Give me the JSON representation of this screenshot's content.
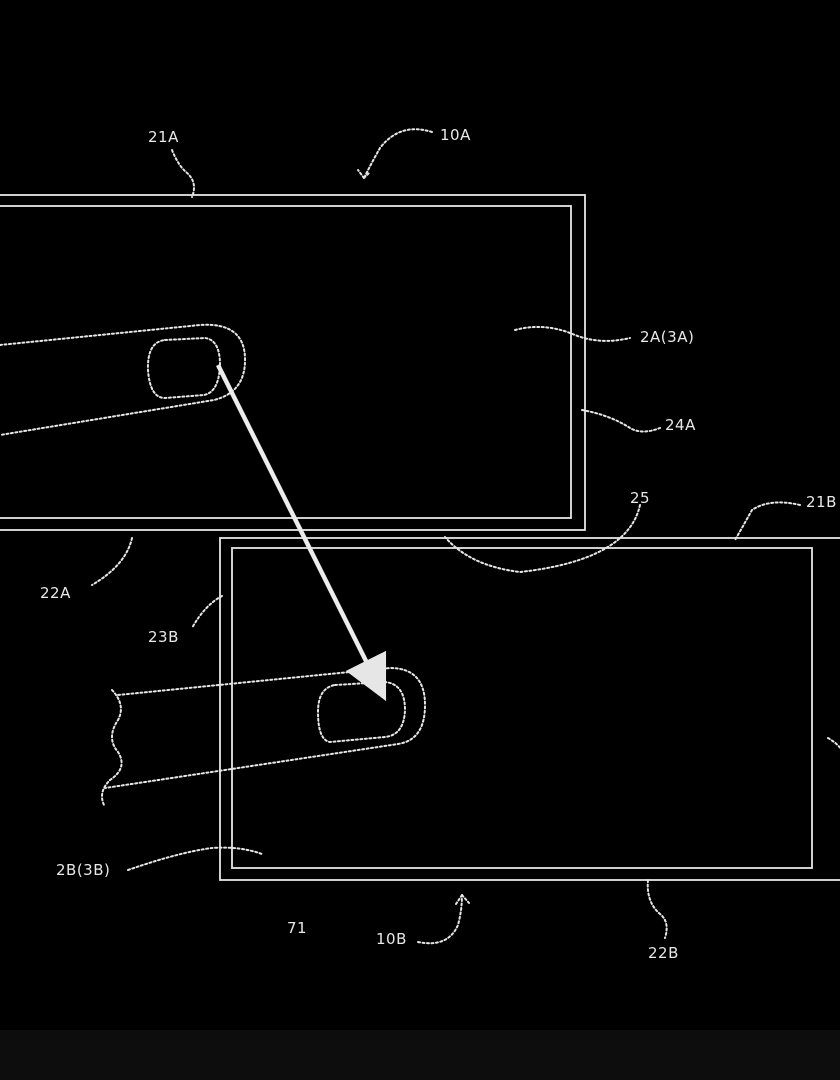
{
  "labels": {
    "device_a": "10A",
    "device_b": "10B",
    "top_edge_a": "21A",
    "top_edge_b": "21B",
    "bottom_edge_a": "22A",
    "bottom_edge_b": "22B",
    "side_edge_b": "23B",
    "side_edge_a": "24A",
    "display_a": "2A(3A)",
    "display_b": "2B(3B)",
    "gap": "25",
    "drag_ref": "71"
  },
  "colors": {
    "background": "#000000",
    "line": "#e6e6e6"
  }
}
